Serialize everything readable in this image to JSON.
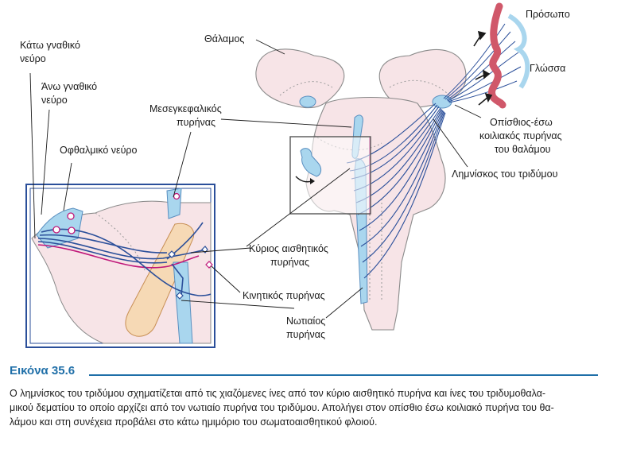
{
  "labels": {
    "thalamus": "Θάλαμος",
    "face": "Πρόσωπο",
    "tongue": "Γλώσσα",
    "mandibular_1": "Κάτω γναθικό",
    "mandibular_2": "νεύρο",
    "maxillary_1": "Άνω γναθικό",
    "maxillary_2": "νεύρο",
    "ophthalmic": "Οφθαλμικό νεύρο",
    "mesencephalic_1": "Μεσεγκεφαλικός",
    "mesencephalic_2": "πυρήνας",
    "vpm_1": "Οπίσθιος-έσω",
    "vpm_2": "κοιλιακός πυρήνας",
    "vpm_3": "του θαλάμου",
    "lemniscus": "Λημνίσκος του τριδύμου",
    "principal_1": "Κύριος αισθητικός",
    "principal_2": "πυρήνας",
    "motor": "Κινητικός πυρήνας",
    "spinal_1": "Νωτιαίος",
    "spinal_2": "πυρήνας"
  },
  "figure": {
    "title": "Εικόνα 35.6",
    "caption_lines": [
      "Ο λημνίσκος του τριδύμου σχηματίζεται από τις χιαζόμενες ίνες από τον κύριο αισθητικό πυρήνα και ίνες του τριδυμοθαλα-",
      "μικού δεματίου το οποίο αρχίζει από τον νωτιαίο πυρήνα του τριδύμου. Απολήγει στον οπίσθιο έσω κοιλιακό πυρήνα του θα-",
      "λάμου και στη συνέχεια προβάλει στο κάτω ημιμόριο του σωματοαισθητικού φλοιού."
    ]
  },
  "colors": {
    "brainstem_fill": "#f7e4e7",
    "brainstem_outline": "#8a8a8a",
    "fiber_blue": "#2b4f9a",
    "nucleus_blue": "#a9d6ee",
    "fiber_magenta": "#c0187a",
    "inset_border": "#2b4f9a",
    "accent_orange": "#f6d9b5",
    "title_blue": "#1f6fa8"
  }
}
